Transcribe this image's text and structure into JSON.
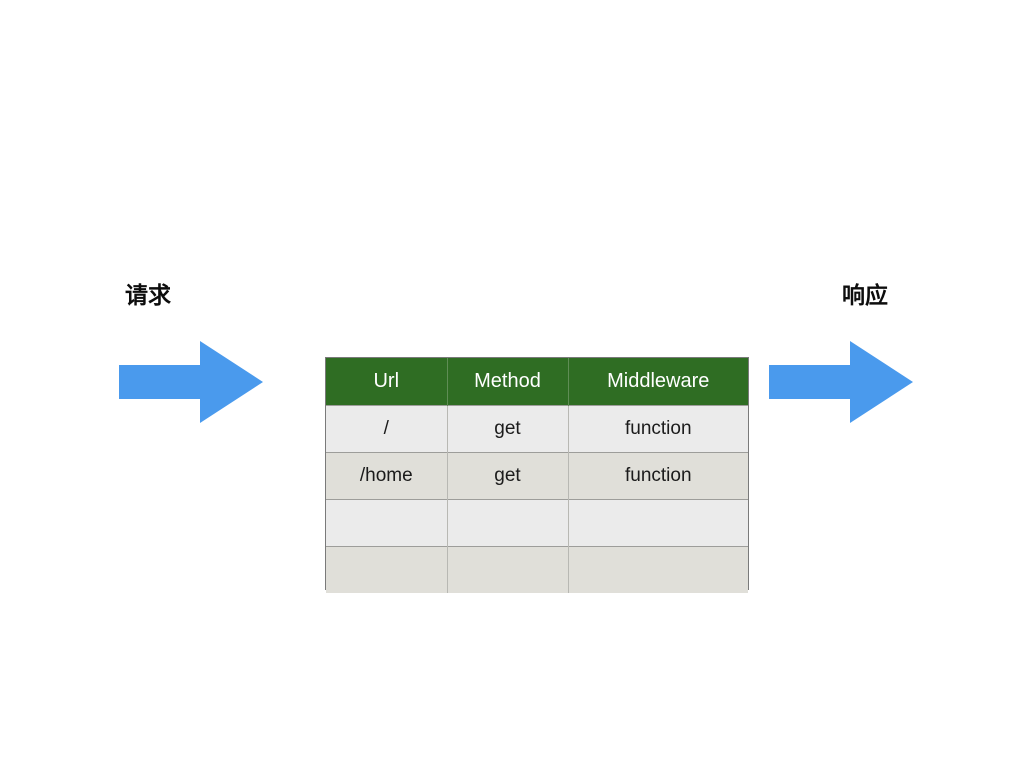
{
  "slide": {
    "background_color": "#ffffff"
  },
  "flow": {
    "request": {
      "label": "请求",
      "arrow_icon": "arrow-right-icon",
      "arrow_color": "#4a9aed",
      "direction": "right"
    },
    "response": {
      "label": "响应",
      "arrow_icon": "arrow-right-icon",
      "arrow_color": "#4a9aed",
      "direction": "right"
    }
  },
  "route_table": {
    "header_background": "#2f6d23",
    "header_text_color": "#ffffff",
    "row_colors": [
      "#ebebeb",
      "#e0dfd9"
    ],
    "border_color": "#7a7a7a",
    "columns": [
      "Url",
      "Method",
      "Middleware"
    ],
    "rows": [
      {
        "url": "/",
        "method": "get",
        "middleware": "function"
      },
      {
        "url": "/home",
        "method": "get",
        "middleware": "function"
      },
      {
        "url": "",
        "method": "",
        "middleware": ""
      },
      {
        "url": "",
        "method": "",
        "middleware": ""
      }
    ]
  }
}
